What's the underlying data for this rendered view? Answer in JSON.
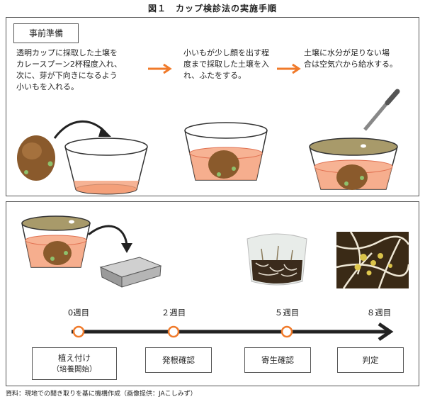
{
  "title": "図１　カップ検診法の実施手順",
  "preparation": {
    "label": "事前準備",
    "steps": [
      {
        "lines": [
          "透明カップに採取した土壌を",
          "カレースプーン2杯程度入れ、",
          "次に、芽が下向きになるよう",
          "小いもを入れる。"
        ]
      },
      {
        "lines": [
          "小いもが少し顔を出す程",
          "度まで採取した土壌を入",
          "れ、ふたをする。"
        ]
      },
      {
        "lines": [
          "土壌に水分が足りない場",
          "合は空気穴から給水する。"
        ]
      }
    ]
  },
  "timeline": {
    "stages": [
      {
        "week": "0週目",
        "label": "植え付け",
        "sublabel": "（培養開始）"
      },
      {
        "week": "２週目",
        "label": "発根確認",
        "sublabel": ""
      },
      {
        "week": "５週目",
        "label": "寄生確認",
        "sublabel": ""
      },
      {
        "week": "８週目",
        "label": "判定",
        "sublabel": ""
      }
    ]
  },
  "colors": {
    "arrow": "#f07a2a",
    "soil": "#f4a07a",
    "lid": "#a89a6a",
    "timeline": "#222222",
    "marker": "#f07a2a"
  },
  "source": "資料：現地での聞き取りを基に機構作成（画像提供：JAこしみず）"
}
